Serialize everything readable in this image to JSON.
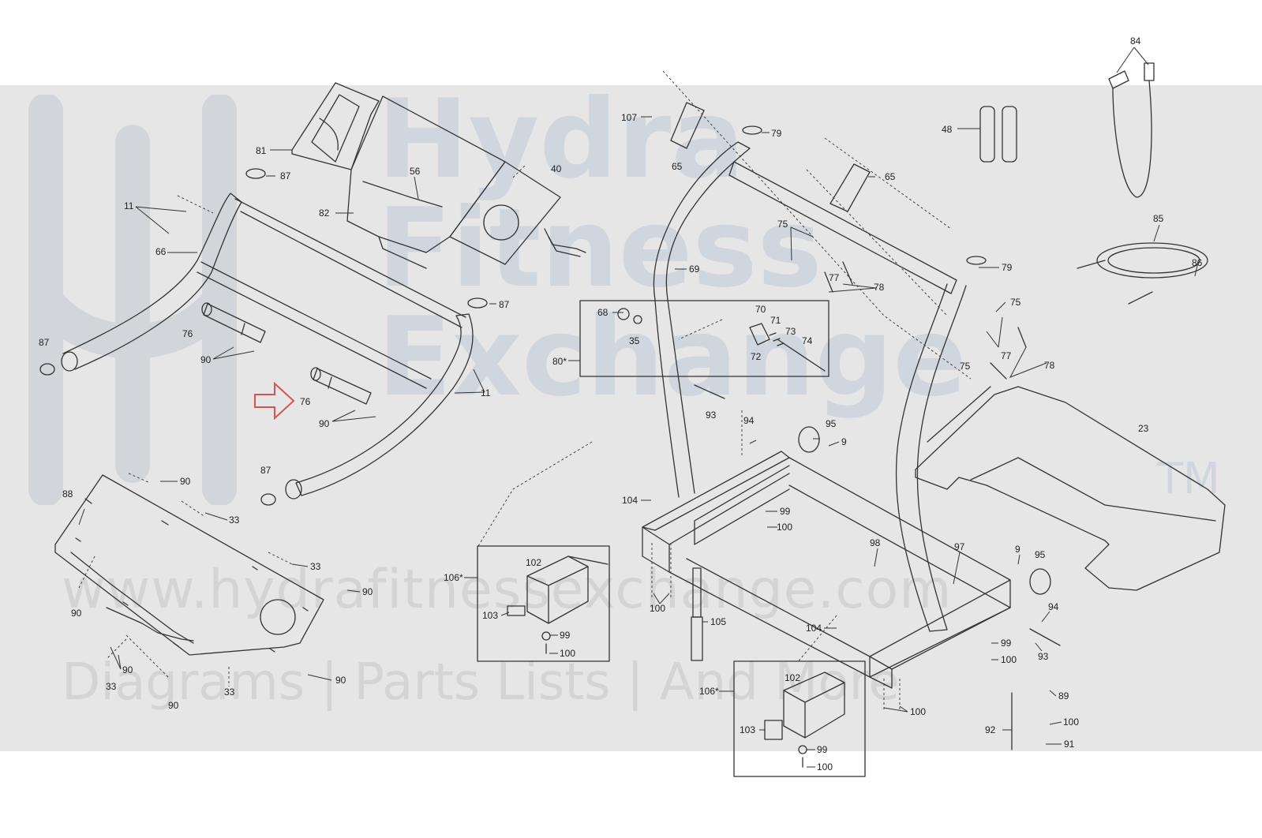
{
  "watermark": {
    "line1": "Hydra",
    "line2": "Fitness",
    "line3": "Exchange",
    "trademark": "TM",
    "url": "www.hydrafitnessexchange.com",
    "tagline": "Diagrams | Parts Lists | And More"
  },
  "colors": {
    "line": "#333333",
    "watermark_band": "#e6e6e6",
    "watermark_text": "#cfd6dd",
    "highlight_arrow": "#d9534f"
  },
  "highlight": {
    "icon": "outline-arrow-right-icon",
    "target_part": "76"
  },
  "labels": [
    {
      "id": "l1",
      "t": "84"
    },
    {
      "id": "l2",
      "t": "107"
    },
    {
      "id": "l3",
      "t": "79"
    },
    {
      "id": "l4",
      "t": "48"
    },
    {
      "id": "l5",
      "t": "81"
    },
    {
      "id": "l6",
      "t": "87"
    },
    {
      "id": "l7",
      "t": "56"
    },
    {
      "id": "l8",
      "t": "40"
    },
    {
      "id": "l9",
      "t": "65"
    },
    {
      "id": "l10",
      "t": "65"
    },
    {
      "id": "l11",
      "t": "11"
    },
    {
      "id": "l12",
      "t": "82"
    },
    {
      "id": "l13",
      "t": "75"
    },
    {
      "id": "l14",
      "t": "85"
    },
    {
      "id": "l15",
      "t": "66"
    },
    {
      "id": "l16",
      "t": "69"
    },
    {
      "id": "l17",
      "t": "77"
    },
    {
      "id": "l18",
      "t": "79"
    },
    {
      "id": "l19",
      "t": "86"
    },
    {
      "id": "l20",
      "t": "78"
    },
    {
      "id": "l21",
      "t": "87"
    },
    {
      "id": "l22",
      "t": "68"
    },
    {
      "id": "l23",
      "t": "70"
    },
    {
      "id": "l24",
      "t": "71"
    },
    {
      "id": "l25",
      "t": "75"
    },
    {
      "id": "l26",
      "t": "76"
    },
    {
      "id": "l27",
      "t": "87"
    },
    {
      "id": "l28",
      "t": "35"
    },
    {
      "id": "l29",
      "t": "73"
    },
    {
      "id": "l30",
      "t": "74"
    },
    {
      "id": "l31",
      "t": "90"
    },
    {
      "id": "l32",
      "t": "72"
    },
    {
      "id": "l33",
      "t": "77"
    },
    {
      "id": "l34",
      "t": "80*"
    },
    {
      "id": "l35",
      "t": "75"
    },
    {
      "id": "l36",
      "t": "78"
    },
    {
      "id": "l37",
      "t": "11"
    },
    {
      "id": "l38",
      "t": "76"
    },
    {
      "id": "l39",
      "t": "93"
    },
    {
      "id": "l40",
      "t": "90"
    },
    {
      "id": "l41",
      "t": "94"
    },
    {
      "id": "l42",
      "t": "95"
    },
    {
      "id": "l43",
      "t": "9"
    },
    {
      "id": "l44",
      "t": "23"
    },
    {
      "id": "l45",
      "t": "87"
    },
    {
      "id": "l46",
      "t": "90"
    },
    {
      "id": "l47",
      "t": "88"
    },
    {
      "id": "l48",
      "t": "33"
    },
    {
      "id": "l49",
      "t": "104"
    },
    {
      "id": "l50",
      "t": "99"
    },
    {
      "id": "l51",
      "t": "100"
    },
    {
      "id": "l52",
      "t": "98"
    },
    {
      "id": "l53",
      "t": "102"
    },
    {
      "id": "l54",
      "t": "97"
    },
    {
      "id": "l55",
      "t": "9"
    },
    {
      "id": "l56",
      "t": "95"
    },
    {
      "id": "l57",
      "t": "33"
    },
    {
      "id": "l58",
      "t": "106*"
    },
    {
      "id": "l59",
      "t": "90"
    },
    {
      "id": "l60",
      "t": "90"
    },
    {
      "id": "l61",
      "t": "100"
    },
    {
      "id": "l62",
      "t": "103"
    },
    {
      "id": "l63",
      "t": "105"
    },
    {
      "id": "l64",
      "t": "94"
    },
    {
      "id": "l65",
      "t": "104"
    },
    {
      "id": "l66",
      "t": "99"
    },
    {
      "id": "l67",
      "t": "100"
    },
    {
      "id": "l68",
      "t": "99"
    },
    {
      "id": "l69",
      "t": "100"
    },
    {
      "id": "l70",
      "t": "93"
    },
    {
      "id": "l71",
      "t": "90"
    },
    {
      "id": "l72",
      "t": "33"
    },
    {
      "id": "l73",
      "t": "90"
    },
    {
      "id": "l74",
      "t": "102"
    },
    {
      "id": "l75",
      "t": "106*"
    },
    {
      "id": "l76",
      "t": "89"
    },
    {
      "id": "l77",
      "t": "33"
    },
    {
      "id": "l78",
      "t": "90"
    },
    {
      "id": "l79",
      "t": "100"
    },
    {
      "id": "l80",
      "t": "100"
    },
    {
      "id": "l81",
      "t": "92"
    },
    {
      "id": "l82",
      "t": "91"
    },
    {
      "id": "l83",
      "t": "103"
    },
    {
      "id": "l84",
      "t": "99"
    },
    {
      "id": "l85",
      "t": "100"
    }
  ]
}
